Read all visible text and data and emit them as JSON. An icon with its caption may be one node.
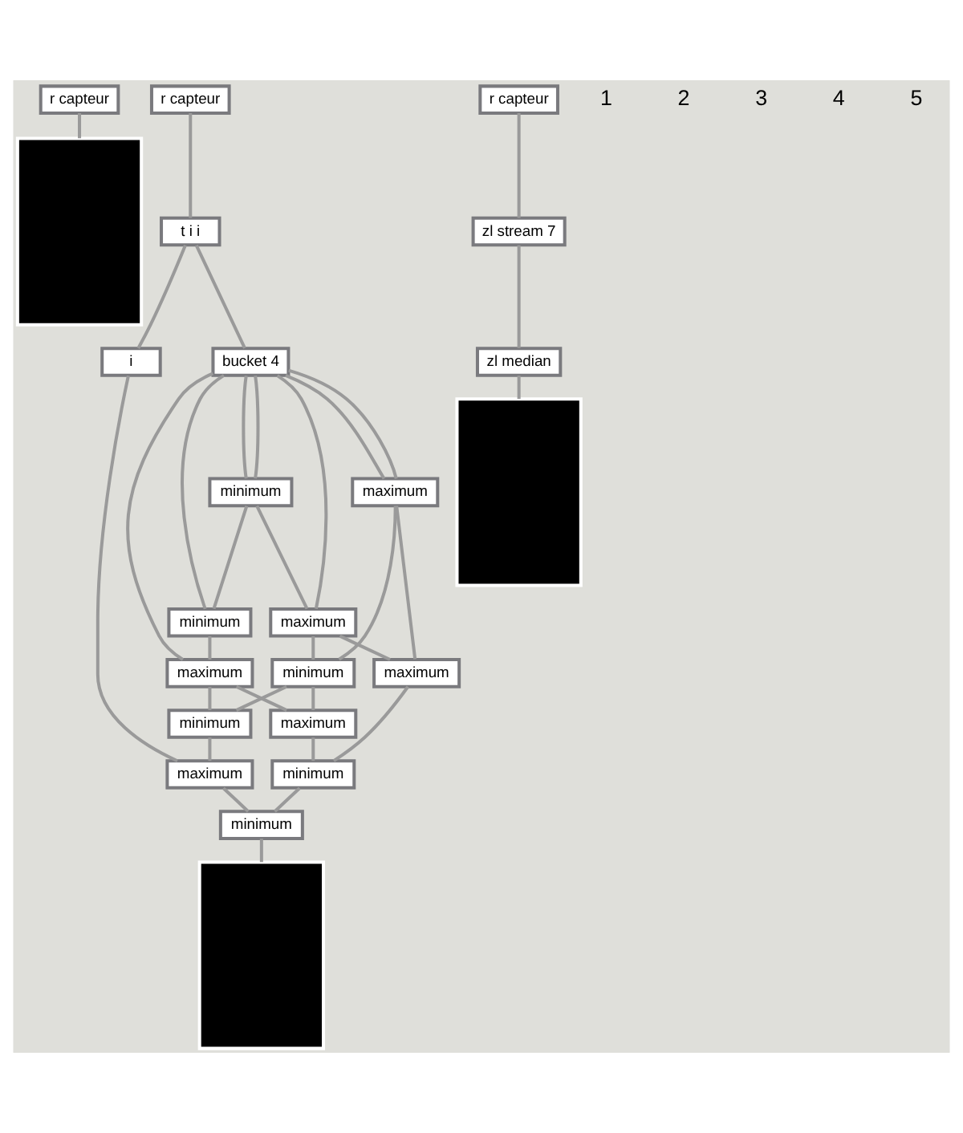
{
  "diagram": {
    "nodes": [
      {
        "text": [
          "r capteur"
        ]
      },
      {
        "text": [],
        "shape": "box"
      },
      {
        "text": [
          "r capteur"
        ]
      },
      {
        "text": [
          "t i i"
        ]
      },
      {
        "text": [
          "i"
        ]
      },
      {
        "text": [
          "bucket 4"
        ]
      },
      {
        "text": [
          "minimum"
        ]
      },
      {
        "text": [
          "maximum"
        ]
      },
      {
        "text": [
          "minimum"
        ]
      },
      {
        "text": [
          "maximum"
        ]
      },
      {
        "text": [
          "maximum"
        ]
      },
      {
        "text": [
          "minimum"
        ]
      },
      {
        "text": [
          "maximum"
        ]
      },
      {
        "text": [
          "minimum"
        ]
      },
      {
        "text": [
          "maximum"
        ]
      },
      {
        "text": [
          "maximum"
        ]
      },
      {
        "text": [
          "minimum"
        ]
      },
      {
        "text": [
          "minimum"
        ]
      },
      {
        "text": [],
        "shape": "box"
      },
      {
        "text": [
          "r capteur"
        ]
      },
      {
        "text": [
          "zl stream 7"
        ]
      },
      {
        "text": [
          "zl median"
        ]
      },
      {
        "text": [],
        "shape": "box"
      }
    ],
    "edges": [
      {
        "from": 0,
        "to": 1,
        "arrow": "none"
      },
      {
        "from": 2,
        "to": 3,
        "arrow": "none"
      },
      {
        "from": 3,
        "to": 4,
        "arrow": "none"
      },
      {
        "from": 3,
        "to": 5,
        "arrow": "none"
      },
      {
        "from": 5,
        "to": 10,
        "arrow": "none"
      },
      {
        "from": 4,
        "to": 15,
        "arrow": "none"
      },
      {
        "from": 5,
        "to": 8,
        "arrow": "none"
      },
      {
        "from": 5,
        "to": 9,
        "arrow": "none"
      },
      {
        "from": 5,
        "to": 6,
        "arrow": "none"
      },
      {
        "from": 5,
        "to": 7,
        "arrow": "none"
      },
      {
        "from": 5,
        "to": 6,
        "arrow": "none"
      },
      {
        "from": 5,
        "to": 7,
        "arrow": "none"
      },
      {
        "from": 6,
        "to": 8,
        "arrow": "none"
      },
      {
        "from": 6,
        "to": 9,
        "arrow": "none"
      },
      {
        "from": 7,
        "to": 11,
        "arrow": "none"
      },
      {
        "from": 7,
        "to": 12,
        "arrow": "none"
      },
      {
        "from": 8,
        "to": 10,
        "arrow": "none"
      },
      {
        "from": 9,
        "to": 11,
        "arrow": "none"
      },
      {
        "from": 9,
        "to": 12,
        "arrow": "none"
      },
      {
        "from": 10,
        "to": 13,
        "arrow": "none"
      },
      {
        "from": 10,
        "to": 14,
        "arrow": "none"
      },
      {
        "from": 11,
        "to": 13,
        "arrow": "none"
      },
      {
        "from": 11,
        "to": 14,
        "arrow": "none"
      },
      {
        "from": 12,
        "to": 16,
        "arrow": "none"
      },
      {
        "from": 13,
        "to": 15,
        "arrow": "none"
      },
      {
        "from": 14,
        "to": 16,
        "arrow": "none"
      },
      {
        "from": 15,
        "to": 17,
        "arrow": "none"
      },
      {
        "from": 16,
        "to": 17,
        "arrow": "none"
      },
      {
        "from": 17,
        "to": 18,
        "arrow": "none"
      },
      {
        "from": 19,
        "to": 20,
        "arrow": "none"
      },
      {
        "from": 20,
        "to": 21,
        "arrow": "none"
      },
      {
        "from": 21,
        "to": 22,
        "arrow": "none"
      }
    ],
    "labels": [
      "1",
      "2",
      "3",
      "4",
      "5"
    ]
  }
}
